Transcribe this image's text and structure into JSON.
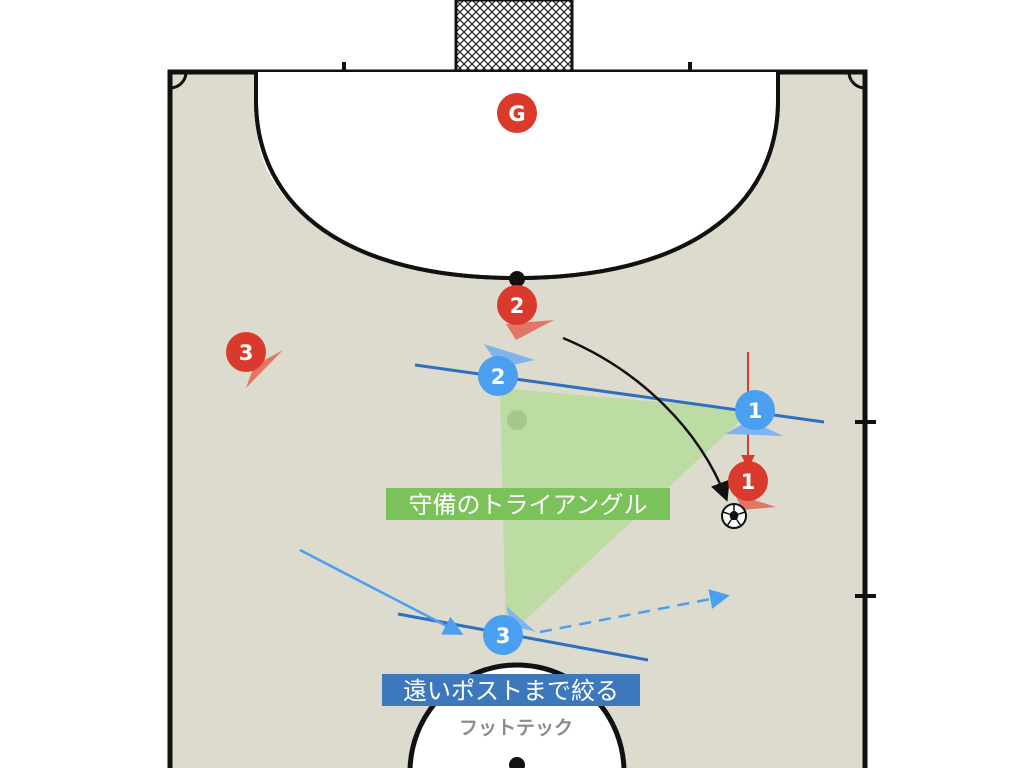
{
  "colors": {
    "court": "#dcdbcd",
    "line": "#111111",
    "area": "#ffffff",
    "attacker": "#d93a2b",
    "defender": "#4a9ff0",
    "triangle": "#b6dc9c",
    "triangle_label_bg": "#7cc25a",
    "cover_label_bg": "#3d78bd",
    "cover_line": "#2f6fc0"
  },
  "attackers": [
    {
      "label": "G"
    },
    {
      "label": "2"
    },
    {
      "label": "3"
    },
    {
      "label": "1"
    }
  ],
  "defenders": [
    {
      "label": "2"
    },
    {
      "label": "1"
    },
    {
      "label": "3"
    }
  ],
  "ball": {
    "icon": "soccer-ball-icon"
  },
  "labels": {
    "triangle": "守備のトライアングル",
    "far_post": "遠いポストまで絞る",
    "watermark": "フットテック"
  }
}
